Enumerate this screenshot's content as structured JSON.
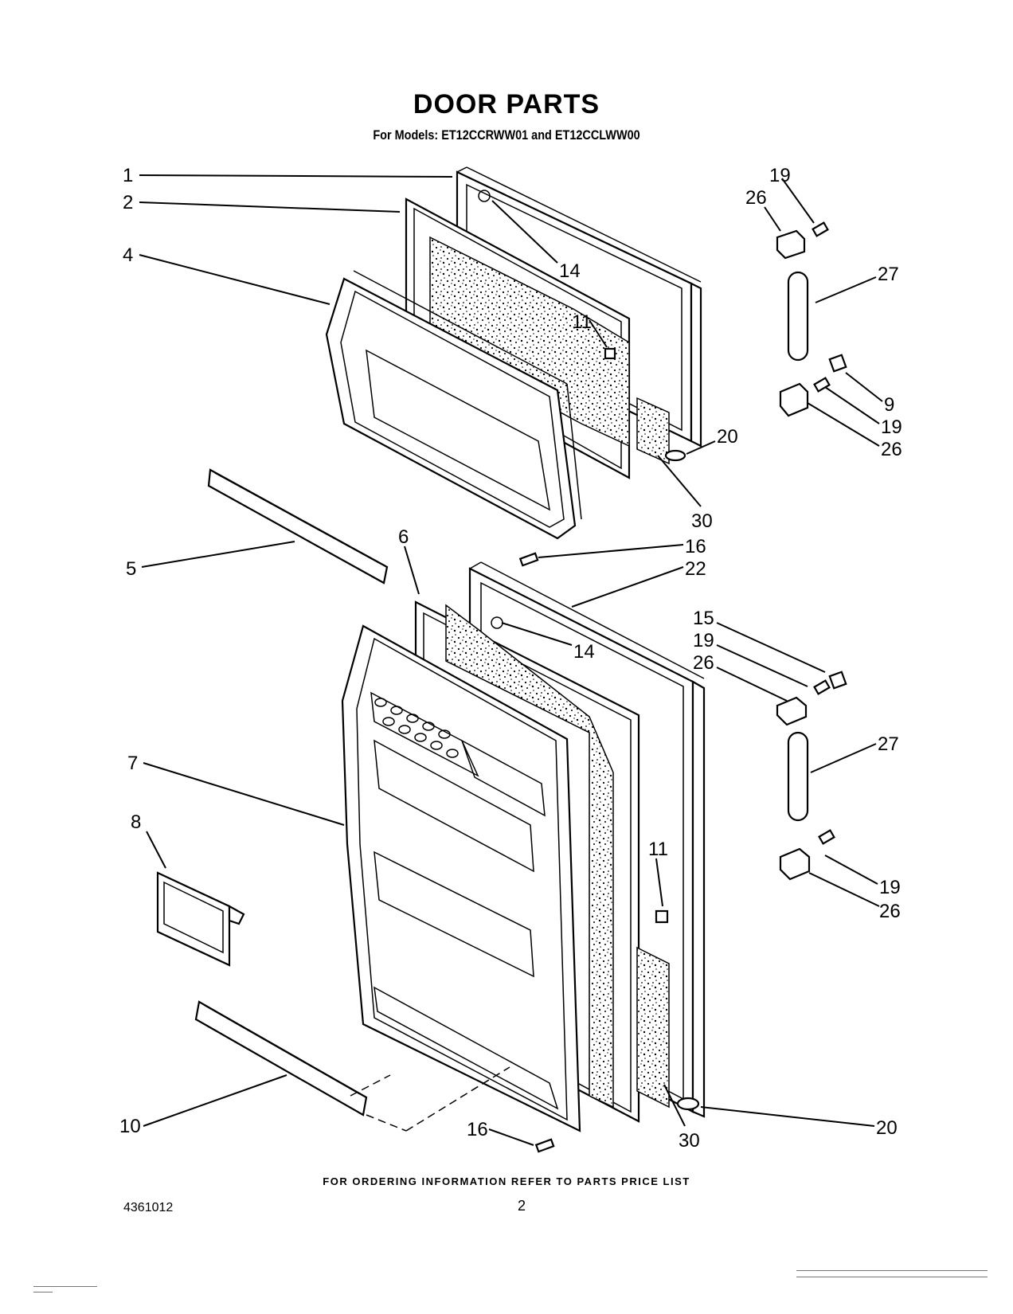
{
  "header": {
    "title": "DOOR PARTS",
    "subtitle": "For Models: ET12CCRWW01 and ET12CCLWW00"
  },
  "callouts": [
    "1",
    "2",
    "4",
    "14",
    "11",
    "19",
    "26",
    "27",
    "9",
    "19",
    "26",
    "20",
    "30",
    "5",
    "6",
    "16",
    "22",
    "15",
    "19",
    "26",
    "14",
    "27",
    "7",
    "8",
    "11",
    "19",
    "26",
    "10",
    "16",
    "30",
    "20"
  ],
  "footer": {
    "ordering_note": "FOR ORDERING INFORMATION REFER TO PARTS PRICE LIST",
    "document_number": "4361012",
    "page_number": "2"
  }
}
